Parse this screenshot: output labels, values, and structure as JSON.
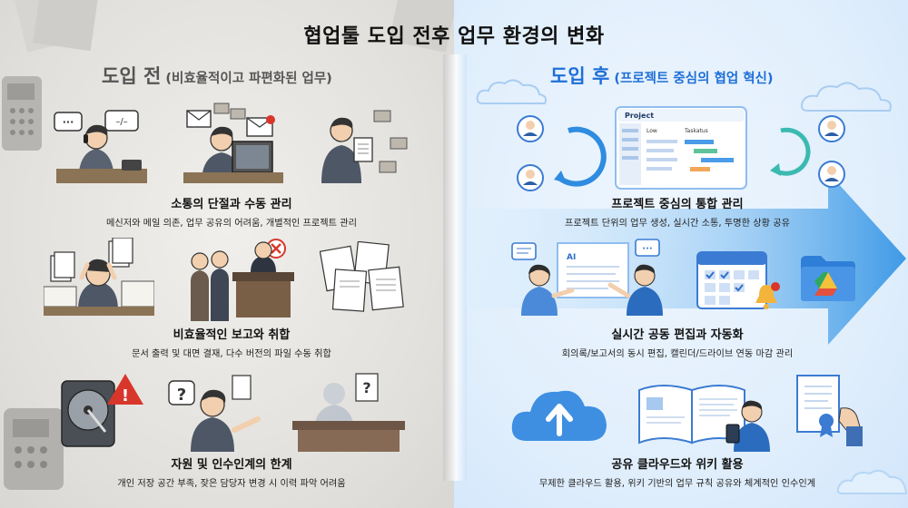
{
  "title": "협업툴 도입 전후 업무 환경의 변화",
  "before": {
    "label": "도입 전",
    "label_sub": "(비효율적이고 파편화된 업무)",
    "items": [
      {
        "title": "소통의 단절과 수동 관리",
        "desc": "메신저와 메일 의존, 업무 공유의 어려움, 개별적인 프로젝트 관리"
      },
      {
        "title": "비효율적인 보고와 취합",
        "desc": "문서 출력 및 대면 결재, 다수 버전의 파일 수동 취합"
      },
      {
        "title": "자원 및 인수인계의 한계",
        "desc": "개인 저장 공간 부족, 잦은 담당자 변경 시 이력 파악 어려움"
      }
    ]
  },
  "after": {
    "label": "도입 후",
    "label_sub": "(프로젝트 중심의 협업 혁신)",
    "items": [
      {
        "title": "프로젝트 중심의 통합 관리",
        "desc": "프로젝트 단위의 업무 생성, 실시간 소통, 투명한 상황 공유"
      },
      {
        "title": "실시간 공동 편집과 자동화",
        "desc": "회의록/보고서의 동시 편집, 캘린더/드라이브 연동 마감 관리"
      },
      {
        "title": "공유 클라우드와 위키 활용",
        "desc": "무제한 클라우드 활용, 위키 기반의 업무 규칙 공유와 체계적인 인수인계"
      }
    ]
  },
  "illustration_text": {
    "speech_dots": "···",
    "speech_dash": "–/–",
    "project_window_title": "Project",
    "project_col_1": "Low",
    "project_col_2": "Taskatus",
    "question_mark": "?",
    "warning_mark": "!",
    "ai_label": "AI"
  },
  "colors": {
    "before_accent": "#555555",
    "after_accent": "#1f6fd8",
    "arrow": "#4aa3ea",
    "alert_red": "#d9362b"
  }
}
